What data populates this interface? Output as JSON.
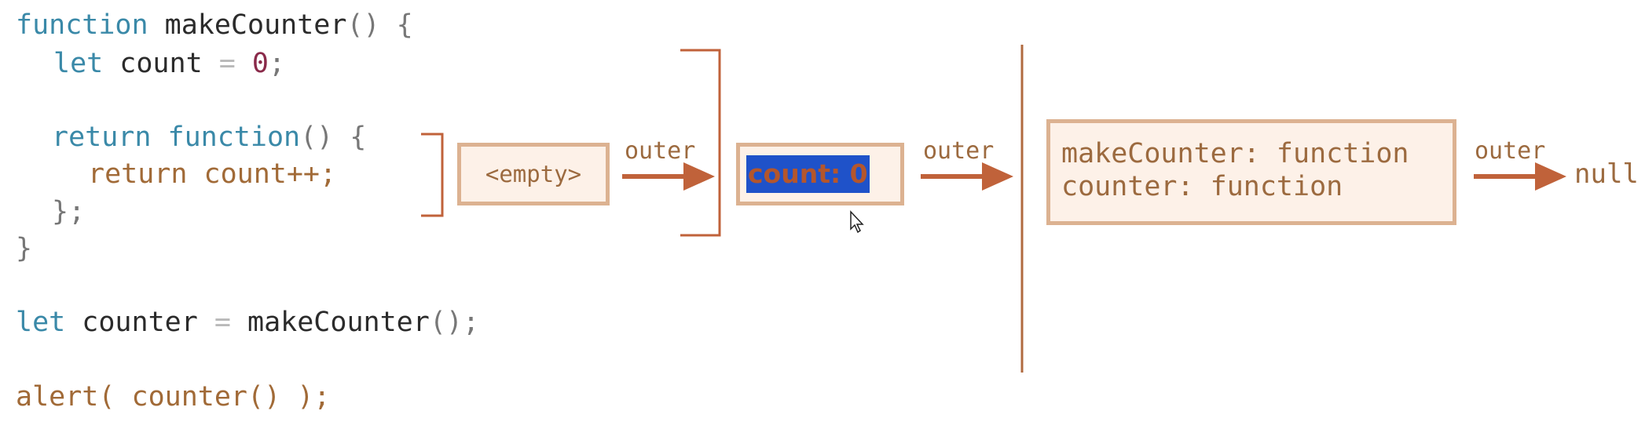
{
  "code": {
    "line1": {
      "kw": "function",
      "rest": " makeCounter",
      "punct": "() {"
    },
    "line2": {
      "kw": "let",
      "id": " count ",
      "op": "=",
      "num": " 0",
      "punct": ";"
    },
    "line3": {
      "kw1": "return",
      "kw2": " function",
      "punct": "() {"
    },
    "line4": {
      "text": "return count++;"
    },
    "line5": {
      "text": "};"
    },
    "line6": {
      "text": "}"
    },
    "line7": {
      "kw": "let",
      "id": " counter ",
      "op": "=",
      "rest": " makeCounter",
      "punct": "();"
    },
    "line8": {
      "text": "alert( counter() );"
    }
  },
  "diagram": {
    "inner_env": "<empty>",
    "outer_label": "outer",
    "counter_env": "count: 0",
    "global_env_line1": "makeCounter: function",
    "global_env_line2": "counter: function",
    "null_label": "null"
  },
  "colors": {
    "keyword": "#3a89a8",
    "accent_brown": "#9c6a3f",
    "arrow": "#c0623a",
    "box_fill": "#fdf1e8",
    "box_border": "#dcb291",
    "selection": "#1f52c9"
  }
}
